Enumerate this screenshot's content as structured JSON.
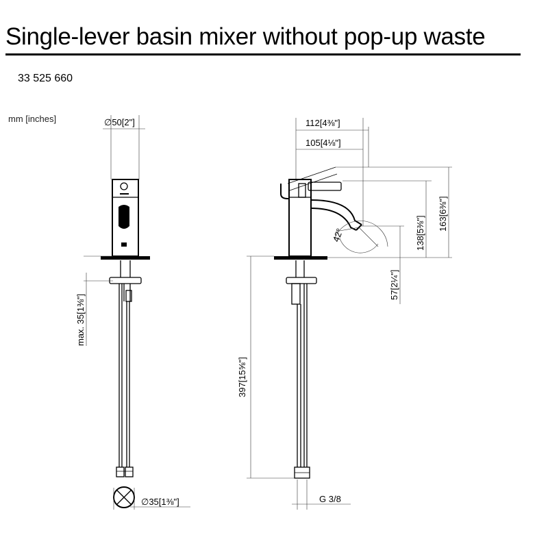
{
  "title": "Single-lever basin mixer without pop-up waste",
  "article_number": "33 525 660",
  "units_note": "mm [inches]",
  "dimensions": {
    "diameter_top": "∅50[2\"]",
    "diameter_bottom": "∅35[1⅜\"]",
    "max_thickness": "max. 35[1⅜\"]",
    "width_112": "112[4⅜\"]",
    "width_105": "105[4⅛\"]",
    "height_163": "163[6⅜\"]",
    "height_138": "138[5⅜\"]",
    "height_57": "57[2¼\"]",
    "length_397": "397[15⅝\"]",
    "angle": "42°",
    "thread": "G 3/8"
  }
}
